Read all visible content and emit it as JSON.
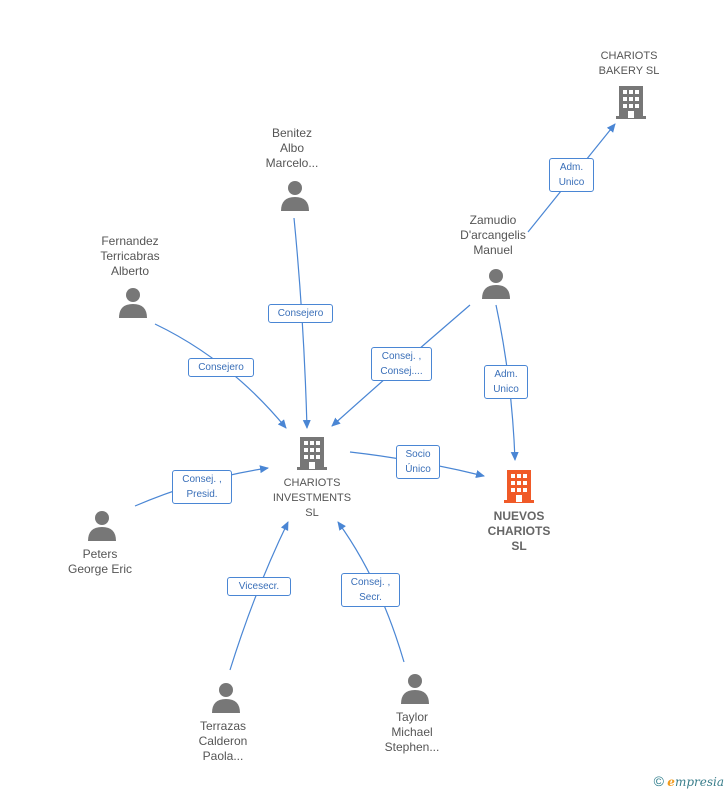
{
  "colors": {
    "edge": "#4a86d4",
    "node_gray": "#777777",
    "node_highlight": "#f05a28"
  },
  "nodes": {
    "chariots_bakery": {
      "label": "CHARIOTS\nBAKERY  SL",
      "icon": "building-icon"
    },
    "benitez": {
      "label": "Benitez\nAlbo\nMarcelo...",
      "icon": "person-icon"
    },
    "zamudio": {
      "label": "Zamudio\nD'arcangelis\nManuel",
      "icon": "person-icon"
    },
    "fernandez": {
      "label": "Fernandez\nTerricabras\nAlberto",
      "icon": "person-icon"
    },
    "chariots_investments": {
      "label": "CHARIOTS\nINVESTMENTS\nSL",
      "icon": "building-icon"
    },
    "nuevos_chariots": {
      "label": "NUEVOS\nCHARIOTS\nSL",
      "icon": "building-icon"
    },
    "peters": {
      "label": "Peters\nGeorge Eric",
      "icon": "person-icon"
    },
    "terrazas": {
      "label": "Terrazas\nCalderon\nPaola...",
      "icon": "person-icon"
    },
    "taylor": {
      "label": "Taylor\nMichael\nStephen...",
      "icon": "person-icon"
    }
  },
  "edges": {
    "zamudio_bakery": "Adm.\nUnico",
    "benitez_investments": "Consejero",
    "fernandez_investments": "Consejero",
    "zamudio_investments": "Consej. ,\nConsej....",
    "zamudio_nuevos": "Adm.\nUnico",
    "investments_nuevos": "Socio\nÚnico",
    "peters_investments": "Consej. ,\nPresid.",
    "terrazas_investments": "Vicesecr.",
    "taylor_investments": "Consej. ,\nSecr."
  },
  "footer": {
    "copyright": "©",
    "brand_first": "e",
    "brand_rest": "mpresia"
  }
}
